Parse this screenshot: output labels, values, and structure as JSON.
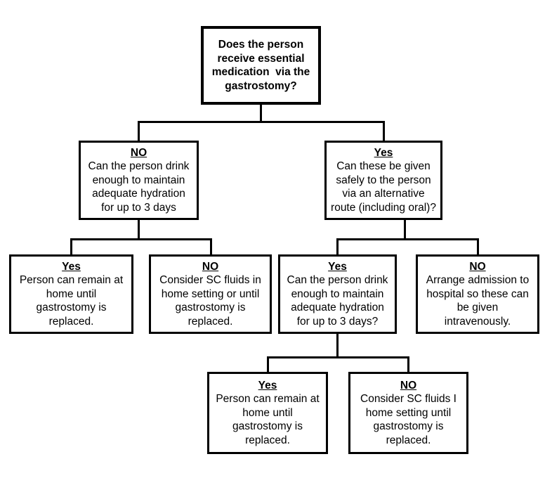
{
  "diagram": {
    "type": "flowchart",
    "background_color": "#ffffff",
    "line_color": "#000000",
    "text_color": "#000000",
    "nodes": {
      "root": {
        "heading": "",
        "lines": [
          "Does the person",
          "receive essential",
          "medication  via the",
          "gastrostomy?"
        ]
      },
      "l2_no": {
        "heading": "NO",
        "lines": [
          "Can the person drink",
          "enough to maintain",
          "adequate hydration",
          "for up to 3 days"
        ]
      },
      "l2_yes": {
        "heading": "Yes",
        "lines": [
          "Can these be given",
          "safely to the person",
          "via an alternative",
          "route (including oral)?"
        ]
      },
      "l3_yes_home": {
        "heading": "Yes",
        "lines": [
          "Person can remain at",
          "home until",
          "gastrostomy is",
          "replaced."
        ]
      },
      "l3_no_sc_fluids": {
        "heading": "NO",
        "lines": [
          "Consider SC fluids in",
          "home setting or until",
          "gastrostomy is",
          "replaced."
        ]
      },
      "l3_yes_drink": {
        "heading": "Yes",
        "lines": [
          "Can the person drink",
          "enough to maintain",
          "adequate hydration",
          "for up to 3 days?"
        ]
      },
      "l3_no_hospital": {
        "heading": "NO",
        "lines": [
          "Arrange admission to",
          "hospital so these can",
          "be given",
          "intravenously."
        ]
      },
      "l4_yes_home": {
        "heading": "Yes",
        "lines": [
          "Person can remain at",
          "home until",
          "gastrostomy is",
          "replaced."
        ]
      },
      "l4_no_sc_fluids": {
        "heading": "NO",
        "lines": [
          "Consider SC fluids I",
          "home setting until",
          "gastrostomy is",
          "replaced."
        ]
      }
    }
  }
}
